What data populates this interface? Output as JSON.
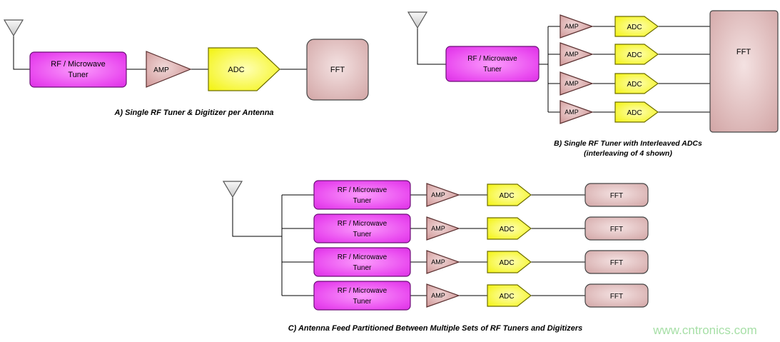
{
  "background": "#ffffff",
  "watermark": {
    "text": "www.cntronics.com",
    "color": "#a6dfa6"
  },
  "blocks": {
    "tuner_line1": "RF / Microwave",
    "tuner_line2": "Tuner",
    "amp_label": "AMP",
    "adc_label": "ADC",
    "fft_label": "FFT"
  },
  "captions": {
    "a": "A) Single RF Tuner & Digitizer per Antenna",
    "b_line1": "B) Single RF Tuner with Interleaved ADCs",
    "b_line2": "(interleaving of 4 shown)",
    "c": "C) Antenna Feed Partitioned Between Multiple Sets of RF Tuners and Digitizers"
  },
  "colors": {
    "tuner_fill": "#e845f0",
    "amp_fill": "#cf9090",
    "adc_fill": "#f6f600",
    "fft_fill": "#d9adad",
    "antenna_fill": "#e0e0e0",
    "connector": "#000000"
  }
}
